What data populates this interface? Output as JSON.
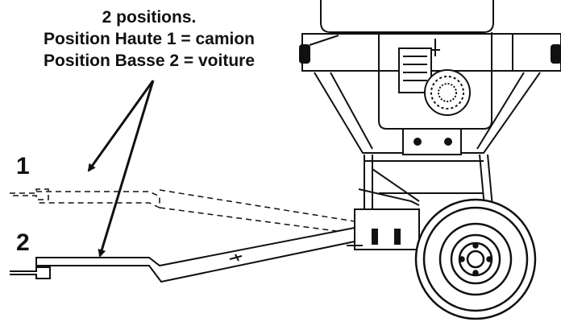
{
  "caption": {
    "line1": "2 positions.",
    "line2": "Position Haute 1 = camion",
    "line3": "Position Basse 2 = voiture"
  },
  "labels": {
    "position_1": "1",
    "position_2": "2"
  },
  "colors": {
    "ink": "#111111",
    "background": "#ffffff"
  }
}
